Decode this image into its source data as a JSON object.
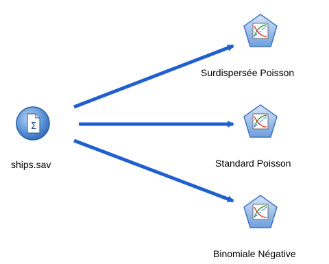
{
  "stream": {
    "source_node": {
      "label": "ships.sav",
      "icon": "statistics-file-icon"
    },
    "model_nodes": [
      {
        "label": "Surdispersée Poisson",
        "icon": "model-nugget-icon"
      },
      {
        "label": "Standard Poisson",
        "icon": "model-nugget-icon"
      },
      {
        "label": "Binomiale Négative",
        "icon": "model-nugget-icon"
      }
    ],
    "colors": {
      "connector": "#1f5fcf",
      "model_fill": "#8fb6e8",
      "source_fill": "#5d95d8"
    }
  }
}
